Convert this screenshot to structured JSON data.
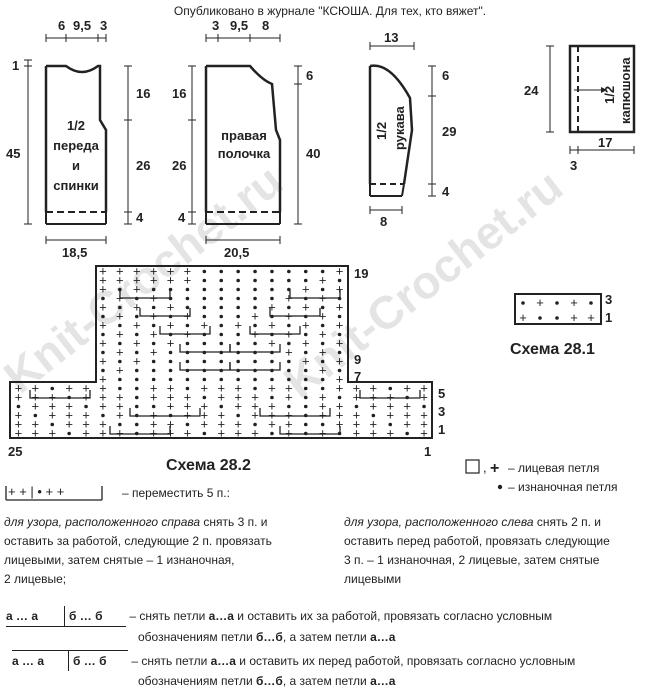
{
  "header": {
    "published": "Опубликовано в журнале \"КСЮША. Для тех, кто вяжет\"."
  },
  "watermark": "Knit-Crochet.ru",
  "patterns": {
    "back": {
      "lines": [
        "1/2",
        "переда",
        "и",
        "спинки"
      ],
      "top_dims": [
        "6",
        "9,5",
        "3"
      ],
      "right_dims": [
        "16",
        "26",
        "4"
      ],
      "left_dims": [
        "1",
        "45"
      ],
      "bottom_dim": "18,5"
    },
    "front": {
      "lines": [
        "правая",
        "полочка"
      ],
      "top_dims": [
        "3",
        "9,5",
        "8"
      ],
      "left_dims": [
        "16",
        "26",
        "4"
      ],
      "right_dims": [
        "6",
        "40"
      ],
      "bottom_dim": "20,5"
    },
    "sleeve": {
      "lines": [
        "1/2",
        "рукава"
      ],
      "top_dim": "13",
      "right_dims": [
        "6",
        "29",
        "4"
      ],
      "bottom_dim": "8"
    },
    "hood": {
      "lines": [
        "1/2",
        "капюшона"
      ],
      "left_dim": "24",
      "bottom_dims": [
        "17",
        "3"
      ]
    }
  },
  "scheme_small": {
    "title": "Схема 28.1",
    "rows": [
      "3",
      "1"
    ]
  },
  "scheme_main": {
    "title": "Схема 28.2",
    "row_labels": [
      "19",
      "9",
      "7",
      "5",
      "3",
      "1"
    ],
    "col_labels": [
      "25",
      "1"
    ]
  },
  "legend": {
    "knit_sep": ",",
    "knit": "– лицевая петля",
    "purl": "– изнаночная петля",
    "cross5_symbol": "+ + | • + +",
    "cross5": "– переместить 5 п.:"
  },
  "notes": {
    "right_1": "для узора, расположенного справа",
    "right_2": " снять 3 п. и",
    "right_3": "оставить за работой, следующие 2 п. провязать",
    "right_4": "лицевыми, затем снятые – 1 изнаночная,",
    "right_5": "2 лицевые;",
    "left_1": "для узора, расположенного слева",
    "left_2": " снять 2 п. и",
    "left_3": "оставить перед работой, провязать следующие",
    "left_4": "3 п. – 1 изнаночная, 2 лицевые, затем снятые",
    "left_5": "лицевыми"
  },
  "cable_notes": {
    "sym_a": "а … а",
    "sym_b": "б … б",
    "behind_1": "– снять петли ",
    "behind_2": "а…а",
    "behind_3": " и оставить их за  работой, провязать согласно условным",
    "behind_4": "обозначениям петли ",
    "behind_5": "б…б",
    "behind_6": ", а затем  петли ",
    "behind_7": "а…а",
    "front_1": "– снять петли ",
    "front_2": "а…а",
    "front_3": " и оставить их перед  работой, провязать согласно условным",
    "front_4": "обозначениям петли ",
    "front_5": "б…б",
    "front_6": ", а затем  петли ",
    "front_7": "а…а"
  }
}
